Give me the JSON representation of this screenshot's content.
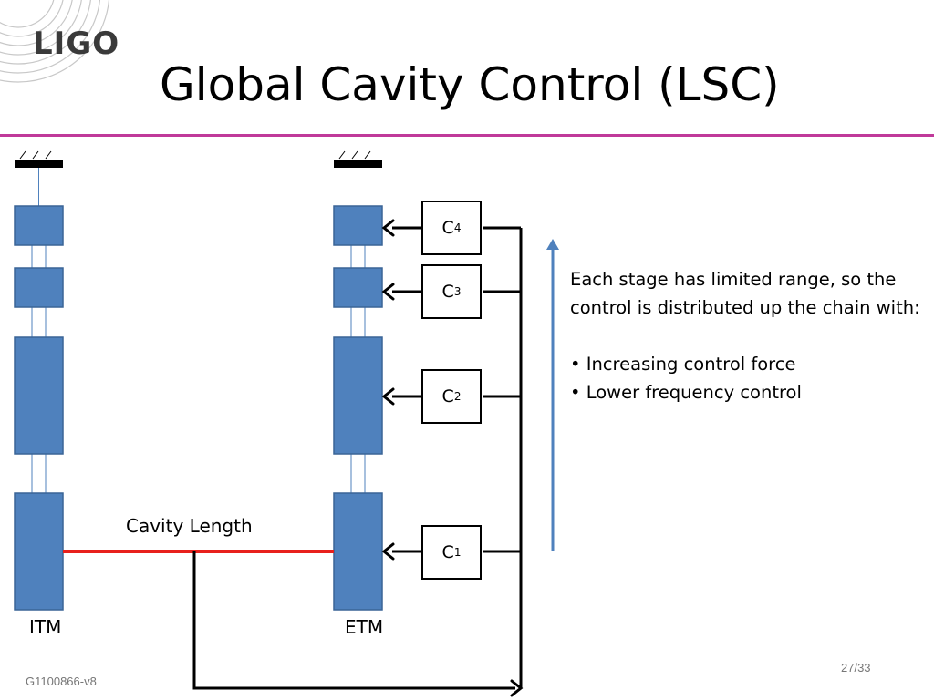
{
  "header": {
    "logo_text": "LIGO",
    "title": "Global Cavity Control (LSC)"
  },
  "diagram": {
    "itm_label": "ITM",
    "etm_label": "ETM",
    "cavity_label": "Cavity Length",
    "controllers": [
      {
        "letter": "C",
        "index": "4"
      },
      {
        "letter": "C",
        "index": "3"
      },
      {
        "letter": "C",
        "index": "2"
      },
      {
        "letter": "C",
        "index": "1"
      }
    ]
  },
  "description": {
    "text": "Each stage has limited range, so the control is distributed up the chain with:",
    "bullets": [
      "• Increasing control force",
      "• Lower frequency control"
    ]
  },
  "footer": {
    "doc_id": "G1100866-v8",
    "page": "27/33"
  },
  "colors": {
    "mass_fill": "#4f81bd",
    "mass_stroke": "#3a6496",
    "cavity_beam": "#e8201c",
    "title_rule": "#c0399a",
    "arrow_up": "#4f81bd"
  }
}
